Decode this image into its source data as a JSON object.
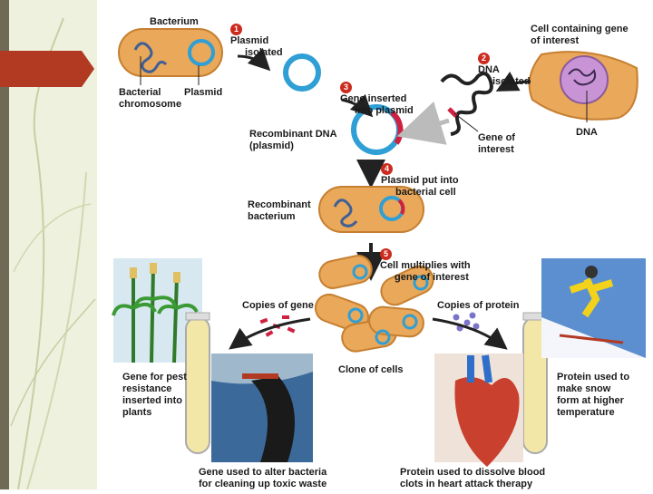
{
  "diagram": {
    "labels": {
      "bacterium": "Bacterium",
      "bacterial_chromosome": [
        "Bacterial",
        "chromosome"
      ],
      "plasmid": "Plasmid",
      "cell_containing_gene": [
        "Cell containing gene",
        "of interest"
      ],
      "dna": "DNA",
      "gene_of_interest": [
        "Gene of",
        "interest"
      ],
      "recombinant_dna": [
        "Recombinant DNA",
        "(plasmid)"
      ],
      "recombinant_bacterium": [
        "Recombinant",
        "bacterium"
      ],
      "copies_of_gene": "Copies of gene",
      "copies_of_protein": "Copies of protein",
      "clone_of_cells": "Clone of cells",
      "gene_for_pest_resistance": [
        "Gene for pest",
        "resistance",
        "inserted into",
        "plants"
      ],
      "gene_alter_bacteria": [
        "Gene used to alter bacteria",
        "for cleaning up toxic waste"
      ],
      "protein_dissolve_blood": [
        "Protein used to dissolve blood",
        "clots in heart attack therapy"
      ],
      "protein_snow": [
        "Protein used to",
        "make snow",
        "form at higher",
        "temperature"
      ]
    },
    "steps": [
      {
        "number": "1",
        "text": [
          "Plasmid",
          "isolated"
        ]
      },
      {
        "number": "2",
        "text": [
          "DNA",
          "isolated"
        ]
      },
      {
        "number": "3",
        "text": [
          "Gene inserted",
          "into plasmid"
        ]
      },
      {
        "number": "4",
        "text": [
          "Plasmid put into",
          "bacterial cell"
        ]
      },
      {
        "number": "5",
        "text": [
          "Cell multiplies with",
          "gene of interest"
        ]
      }
    ]
  },
  "colors": {
    "sidebar_bg": "#eef1de",
    "sidebar_stripe": "#6f6a55",
    "tab": "#b23a22",
    "badge": "#cc2a1e",
    "plasmid": "#2f9fd5",
    "cell": "#e9a85a",
    "gene": "#d02040"
  }
}
